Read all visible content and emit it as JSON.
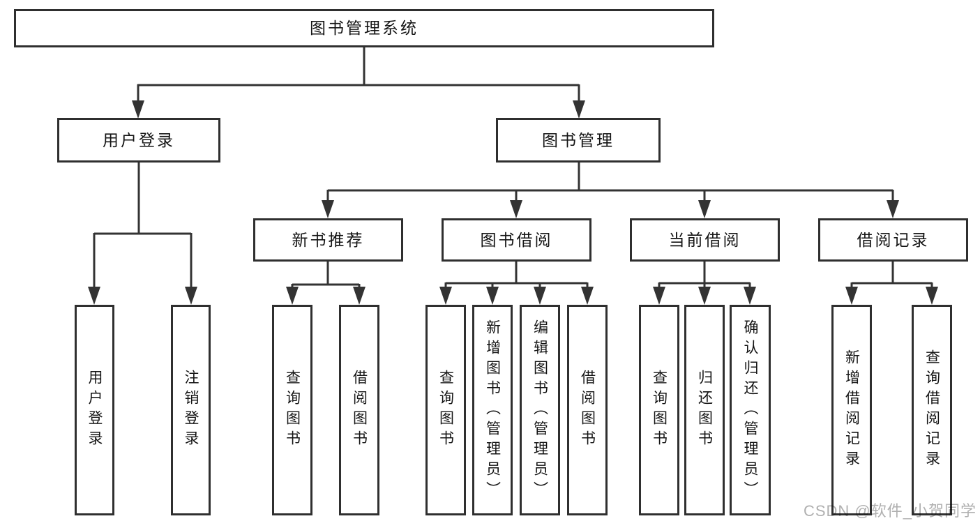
{
  "diagram_title": "图书管理系统",
  "nodes": {
    "root": {
      "label": "图书管理系统"
    },
    "user_login": {
      "label": "用户登录"
    },
    "book_management": {
      "label": "图书管理"
    },
    "new_book_recommendation": {
      "label": "新书推荐"
    },
    "book_borrowing": {
      "label": "图书借阅"
    },
    "current_borrowing": {
      "label": "当前借阅"
    },
    "borrowing_records": {
      "label": "借阅记录"
    },
    "user_login_leaf": {
      "label": "用户登录"
    },
    "logout_leaf": {
      "label": "注销登录"
    },
    "nb_query_books": {
      "label": "查询图书"
    },
    "nb_borrow_books": {
      "label": "借阅图书"
    },
    "bb_query_books": {
      "label": "查询图书"
    },
    "bb_add_books": {
      "label": "新增图书（管理员）"
    },
    "bb_edit_books": {
      "label": "编辑图书（管理员）"
    },
    "bb_borrow_books": {
      "label": "借阅图书"
    },
    "cb_query_books": {
      "label": "查询图书"
    },
    "cb_return_books": {
      "label": "归还图书"
    },
    "cb_confirm_return": {
      "label": "确认归还（管理员）"
    },
    "br_add_record": {
      "label": "新增借阅记录"
    },
    "br_query_record": {
      "label": "查询借阅记录"
    }
  },
  "watermark": {
    "text": "CSDN @软件_小贺同学"
  },
  "colors": {
    "line": "#333333",
    "border": "#2f2f2f",
    "text": "#141414",
    "background": "#ffffff",
    "watermark": "#b0b0b0"
  }
}
